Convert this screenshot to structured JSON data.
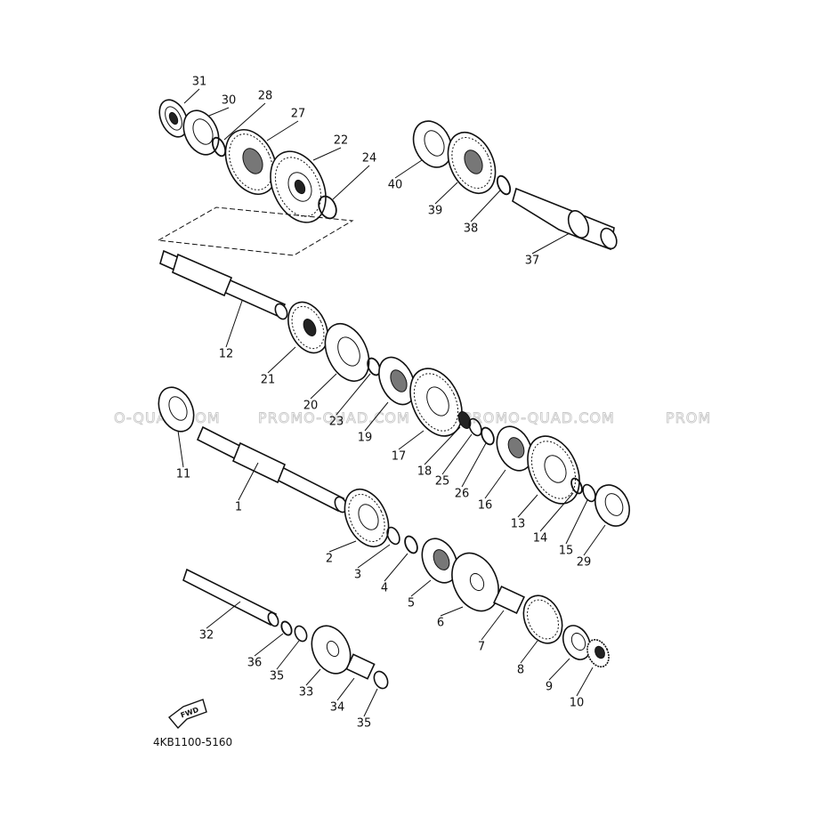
{
  "watermark": {
    "segments": [
      "O-QUAD.COM",
      "PROMO-QUAD.COM",
      "PROMO-QUAD.COM",
      "PROM"
    ]
  },
  "reference_code": "4KB1100-5160",
  "fwd_arrow_label": "FWD",
  "parts": [
    {
      "id": "31",
      "label": "31"
    },
    {
      "id": "30",
      "label": "30"
    },
    {
      "id": "28",
      "label": "28"
    },
    {
      "id": "27",
      "label": "27"
    },
    {
      "id": "22",
      "label": "22"
    },
    {
      "id": "24",
      "label": "24"
    },
    {
      "id": "40",
      "label": "40"
    },
    {
      "id": "39",
      "label": "39"
    },
    {
      "id": "38",
      "label": "38"
    },
    {
      "id": "37",
      "label": "37"
    },
    {
      "id": "12",
      "label": "12"
    },
    {
      "id": "21",
      "label": "21"
    },
    {
      "id": "20",
      "label": "20"
    },
    {
      "id": "23",
      "label": "23"
    },
    {
      "id": "19",
      "label": "19"
    },
    {
      "id": "17",
      "label": "17"
    },
    {
      "id": "18",
      "label": "18"
    },
    {
      "id": "25",
      "label": "25"
    },
    {
      "id": "26",
      "label": "26"
    },
    {
      "id": "16",
      "label": "16"
    },
    {
      "id": "13",
      "label": "13"
    },
    {
      "id": "14",
      "label": "14"
    },
    {
      "id": "15",
      "label": "15"
    },
    {
      "id": "29",
      "label": "29"
    },
    {
      "id": "11",
      "label": "11"
    },
    {
      "id": "1",
      "label": "1"
    },
    {
      "id": "2",
      "label": "2"
    },
    {
      "id": "3",
      "label": "3"
    },
    {
      "id": "4",
      "label": "4"
    },
    {
      "id": "5",
      "label": "5"
    },
    {
      "id": "6",
      "label": "6"
    },
    {
      "id": "7",
      "label": "7"
    },
    {
      "id": "8",
      "label": "8"
    },
    {
      "id": "9",
      "label": "9"
    },
    {
      "id": "10",
      "label": "10"
    },
    {
      "id": "32",
      "label": "32"
    },
    {
      "id": "36",
      "label": "36"
    },
    {
      "id": "35a",
      "label": "35"
    },
    {
      "id": "33",
      "label": "33"
    },
    {
      "id": "34",
      "label": "34"
    },
    {
      "id": "35b",
      "label": "35"
    }
  ]
}
